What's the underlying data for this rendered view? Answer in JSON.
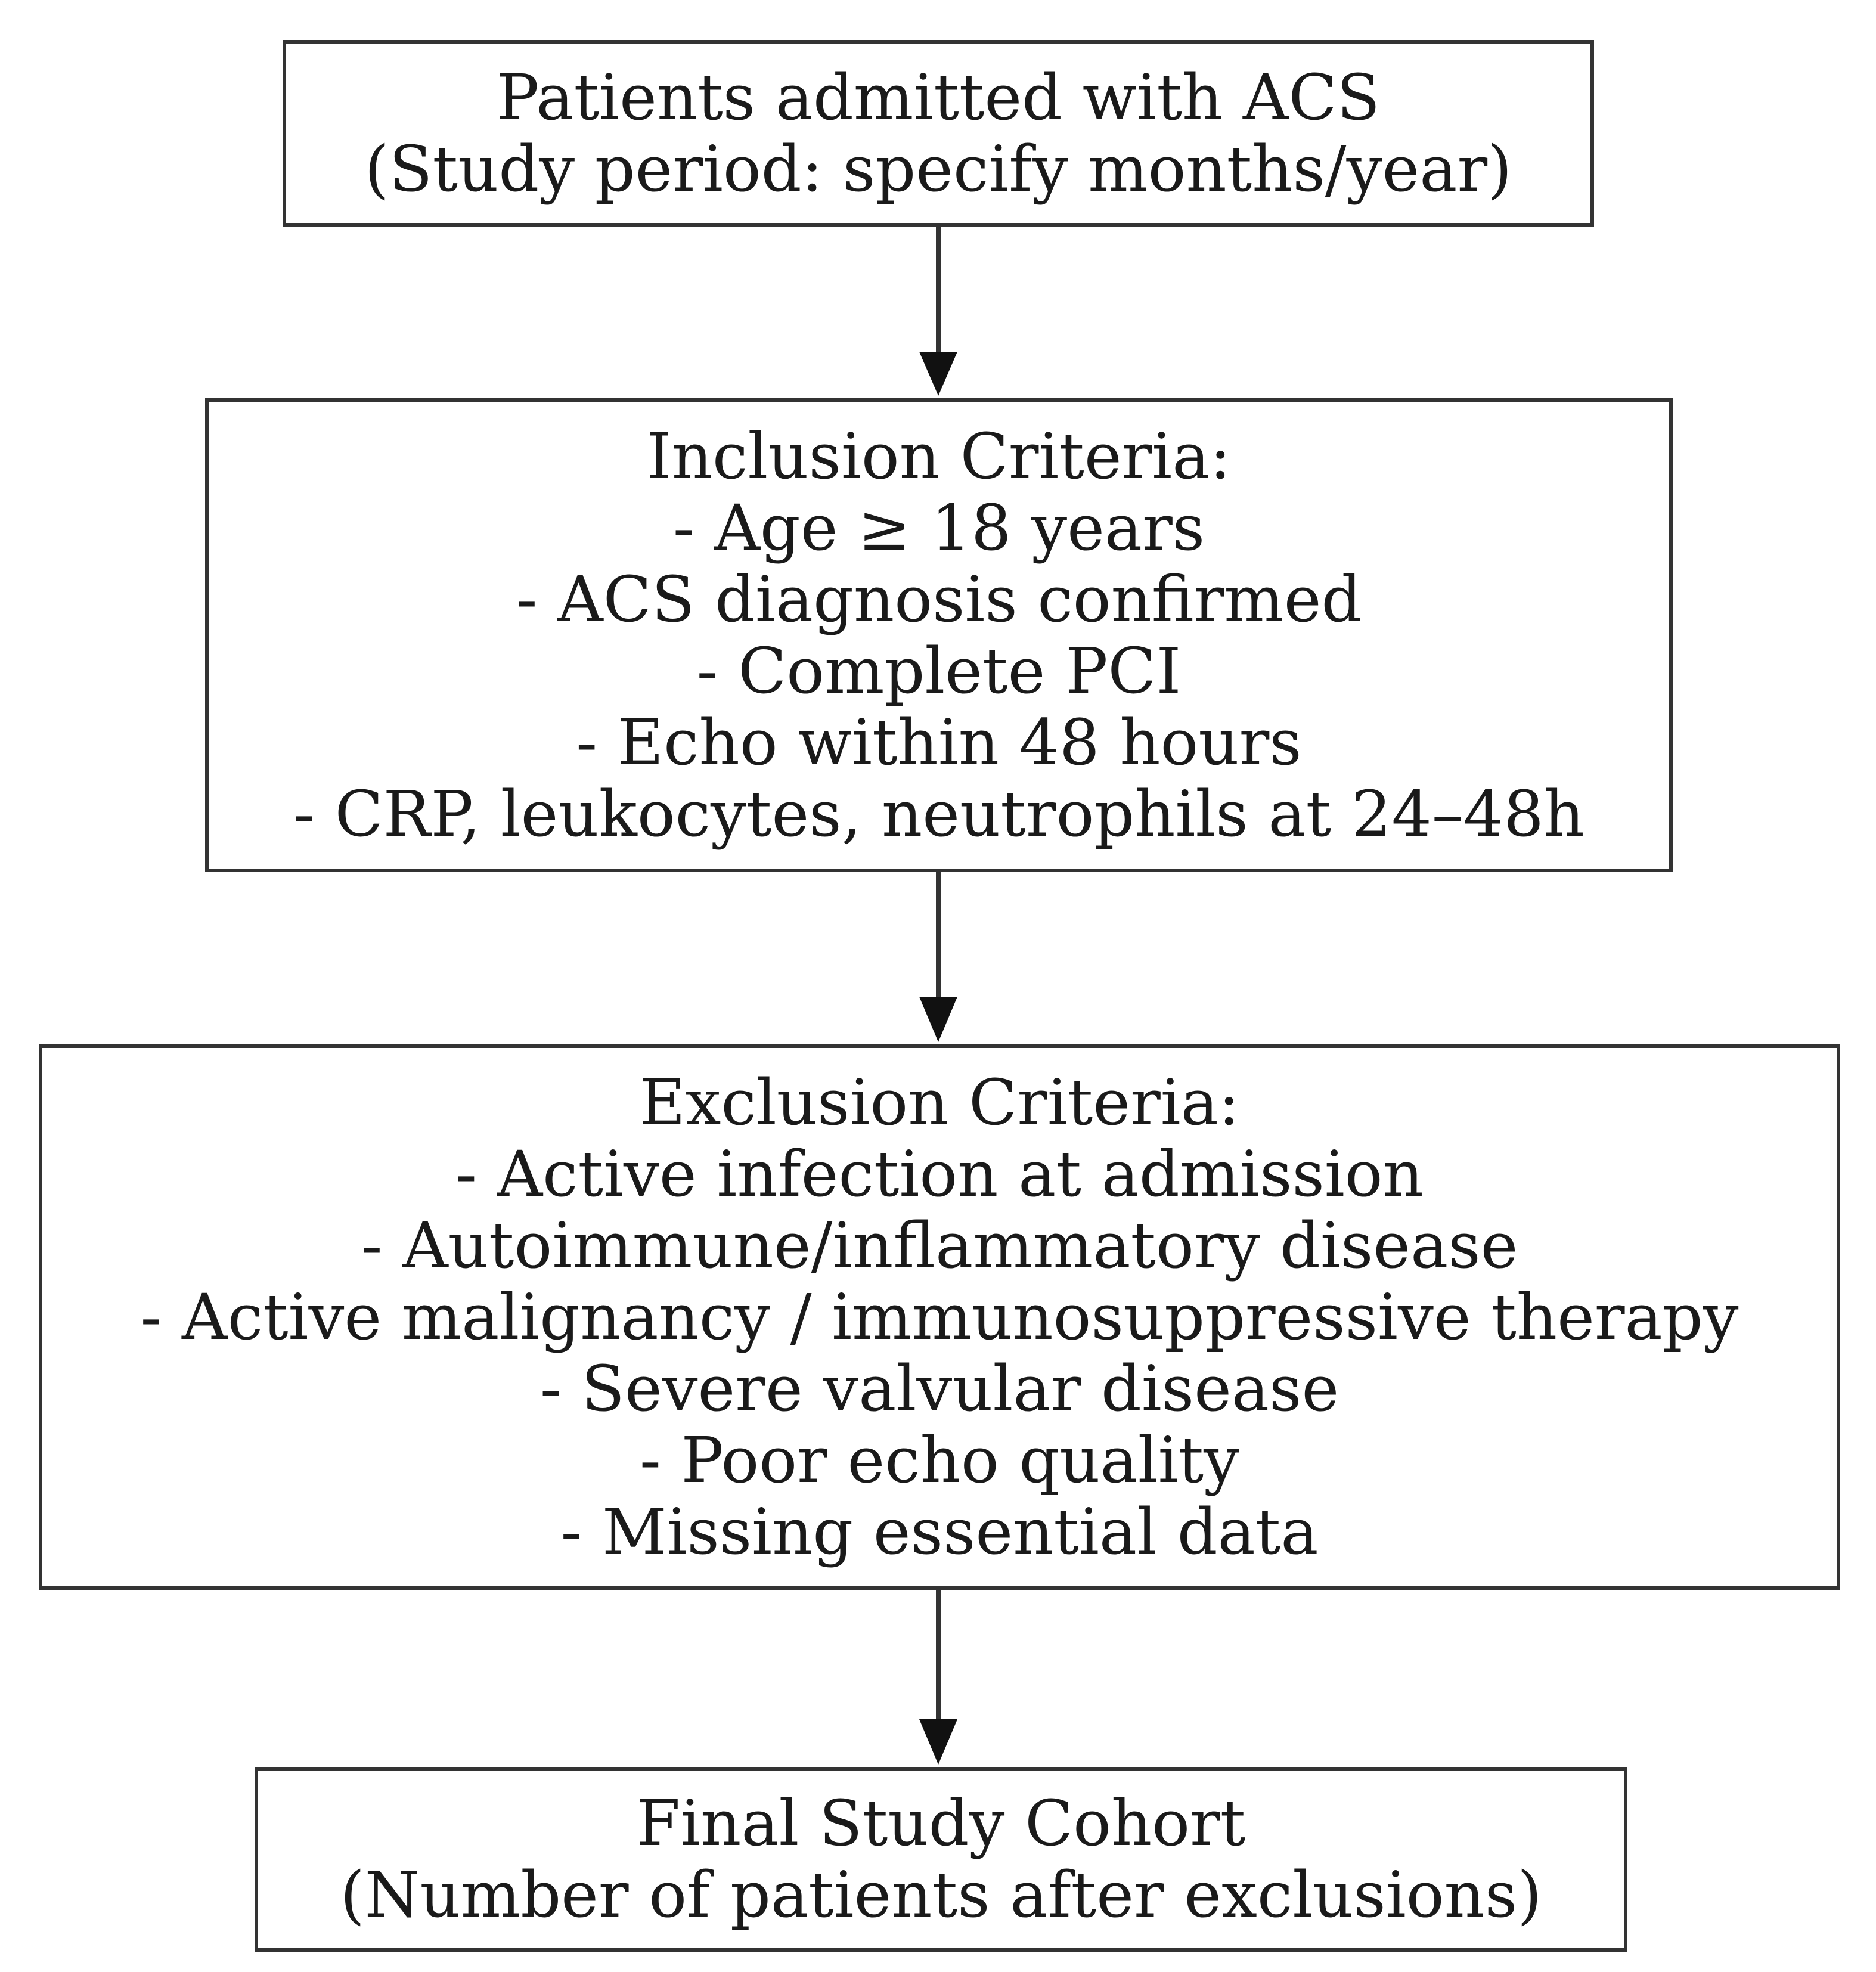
{
  "nodes": [
    {
      "id": "admitted",
      "lines": [
        "Patients admitted with ACS",
        "(Study period: specify months/year)"
      ]
    },
    {
      "id": "inclusion",
      "lines": [
        "Inclusion Criteria:",
        "- Age ≥ 18 years",
        "- ACS diagnosis confirmed",
        "- Complete PCI",
        "- Echo within 48 hours",
        "- CRP, leukocytes, neutrophils at 24–48h"
      ]
    },
    {
      "id": "exclusion",
      "lines": [
        "Exclusion Criteria:",
        "- Active infection at admission",
        "- Autoimmune/inflammatory disease",
        "- Active malignancy / immunosuppressive therapy",
        "- Severe valvular disease",
        "- Poor echo quality",
        "- Missing essential data"
      ]
    },
    {
      "id": "cohort",
      "lines": [
        "Final Study Cohort",
        "(Number of patients after exclusions)"
      ]
    }
  ],
  "edges": [
    {
      "from": "admitted",
      "to": "inclusion"
    },
    {
      "from": "inclusion",
      "to": "exclusion"
    },
    {
      "from": "exclusion",
      "to": "cohort"
    }
  ],
  "colors": {
    "border": "#333333",
    "arrow": "#333333",
    "text": "#1a1a1a",
    "background": "#ffffff"
  }
}
